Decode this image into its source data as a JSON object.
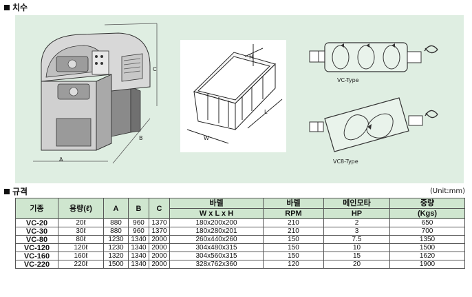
{
  "section_dimensions": {
    "title": "치수"
  },
  "section_specs": {
    "title": "규격",
    "unit": "(Unit:mm)"
  },
  "drawing_labels": {
    "a": "A",
    "b": "B",
    "c": "C",
    "h": "H",
    "l": "L",
    "w": "W"
  },
  "type_labels": {
    "vc": "VC-Type",
    "vc8": "VC8-Type"
  },
  "table": {
    "headers": {
      "model": "기종",
      "capacity": "용량(ℓ)",
      "a": "A",
      "b": "B",
      "c": "C",
      "barrel": "바렐",
      "barrel_sub": "W x L x H",
      "barrel_rpm_1": "바렐",
      "barrel_rpm_2": "RPM",
      "motor_1": "메인모타",
      "motor_2": "HP",
      "weight_1": "중량",
      "weight_2": "(Kgs)"
    },
    "rows": [
      {
        "model": "VC-20",
        "capacity": "20ℓ",
        "a": "880",
        "b": "960",
        "c": "1370",
        "barrel": "180x200x200",
        "rpm": "210",
        "hp": "2",
        "weight": "650"
      },
      {
        "model": "VC-30",
        "capacity": "30ℓ",
        "a": "880",
        "b": "960",
        "c": "1370",
        "barrel": "180x280x201",
        "rpm": "210",
        "hp": "3",
        "weight": "700"
      },
      {
        "model": "VC-80",
        "capacity": "80ℓ",
        "a": "1230",
        "b": "1340",
        "c": "2000",
        "barrel": "260x440x260",
        "rpm": "150",
        "hp": "7.5",
        "weight": "1350"
      },
      {
        "model": "VC-120",
        "capacity": "120ℓ",
        "a": "1230",
        "b": "1340",
        "c": "2000",
        "barrel": "304x480x315",
        "rpm": "150",
        "hp": "10",
        "weight": "1500"
      },
      {
        "model": "VC-160",
        "capacity": "160ℓ",
        "a": "1320",
        "b": "1340",
        "c": "2000",
        "barrel": "304x560x315",
        "rpm": "150",
        "hp": "15",
        "weight": "1620"
      },
      {
        "model": "VC-220",
        "capacity": "220ℓ",
        "a": "1500",
        "b": "1340",
        "c": "2000",
        "barrel": "328x762x360",
        "rpm": "120",
        "hp": "20",
        "weight": "1900"
      }
    ]
  }
}
